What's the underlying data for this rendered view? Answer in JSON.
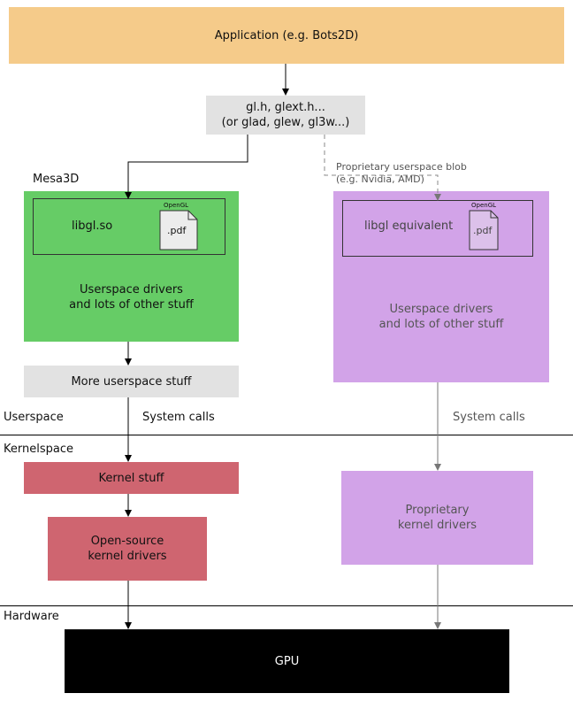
{
  "application": {
    "label": "Application (e.g. Bots2D)",
    "color": "#f5cb8a"
  },
  "headers": {
    "label": "gl.h, glext.h...\n(or glad, glew, gl3w...)",
    "color": "#e2e2e2"
  },
  "mesa": {
    "title": "Mesa3D",
    "color": "#66cc66",
    "libgl_label": "libgl.so",
    "opengl_tag": "OpenGL",
    "pdf_label": ".pdf",
    "userspace_label": "Userspace drivers\nand lots of other stuff"
  },
  "proprietary": {
    "title": "Proprietary userspace blob\n(e.g. Nvidia, AMD)",
    "color": "#d2a3e8",
    "libgl_label": "libgl equivalent",
    "opengl_tag": "OpenGL",
    "pdf_label": ".pdf",
    "userspace_label": "Userspace drivers\nand lots of other stuff"
  },
  "more_userspace": {
    "label": "More userspace stuff",
    "color": "#e2e2e2"
  },
  "sections": {
    "userspace": "Userspace",
    "kernelspace": "Kernelspace",
    "hardware": "Hardware"
  },
  "syscalls": {
    "left": "System calls",
    "right": "System calls"
  },
  "kernel_stuff": {
    "label": "Kernel stuff",
    "color": "#cf6570"
  },
  "opensource_kernel": {
    "label": "Open-source\nkernel drivers",
    "color": "#cf6570"
  },
  "proprietary_kernel": {
    "label": "Proprietary\nkernel drivers",
    "color": "#d2a3e8"
  },
  "gpu": {
    "label": "GPU",
    "color": "#000000"
  }
}
